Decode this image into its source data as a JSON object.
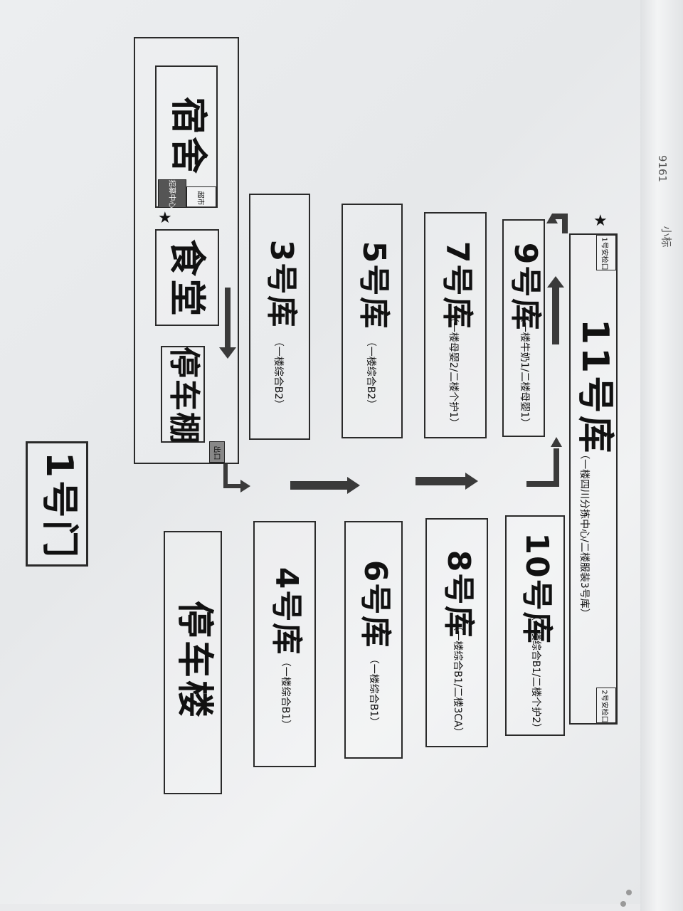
{
  "gate": {
    "label": "1号门"
  },
  "west_block": {
    "dormitory": "宿舍",
    "supermarket": "超市",
    "recruitment_center": "招募中心",
    "canteen": "食堂",
    "parking_shed": "停车棚",
    "exit": "出口"
  },
  "warehouses": {
    "w3": {
      "title": "3号库",
      "note": "（一楼综合B2）"
    },
    "w5": {
      "title": "5号库",
      "note": "（一楼综合B2）"
    },
    "w7": {
      "title": "7号库",
      "note": "（一楼母婴2/二楼个护1）"
    },
    "w9": {
      "title": "9号库",
      "note": "（一楼牛奶1/二楼母婴1）"
    },
    "w11": {
      "title": "11号库",
      "note": "（一楼四川分拣中心/二楼服装3号库）"
    },
    "w4": {
      "title": "4号库",
      "note": "（一楼综合B1）"
    },
    "w6": {
      "title": "6号库",
      "note": "（一楼综合B1）"
    },
    "w8": {
      "title": "8号库",
      "note": "（一楼综合B1/二楼3CA）"
    },
    "w10": {
      "title": "10号库",
      "note": "（一楼综合B1/二楼个护2）"
    }
  },
  "parking_building": "停车楼",
  "checkpoints": {
    "c1": "1号安检口",
    "c2": "2号安检口"
  },
  "edge_text": {
    "t1": "9161",
    "t2": "小标"
  },
  "colors": {
    "ink": "#111111",
    "paper": "#eceef0",
    "arrow": "#3a3a3a"
  }
}
